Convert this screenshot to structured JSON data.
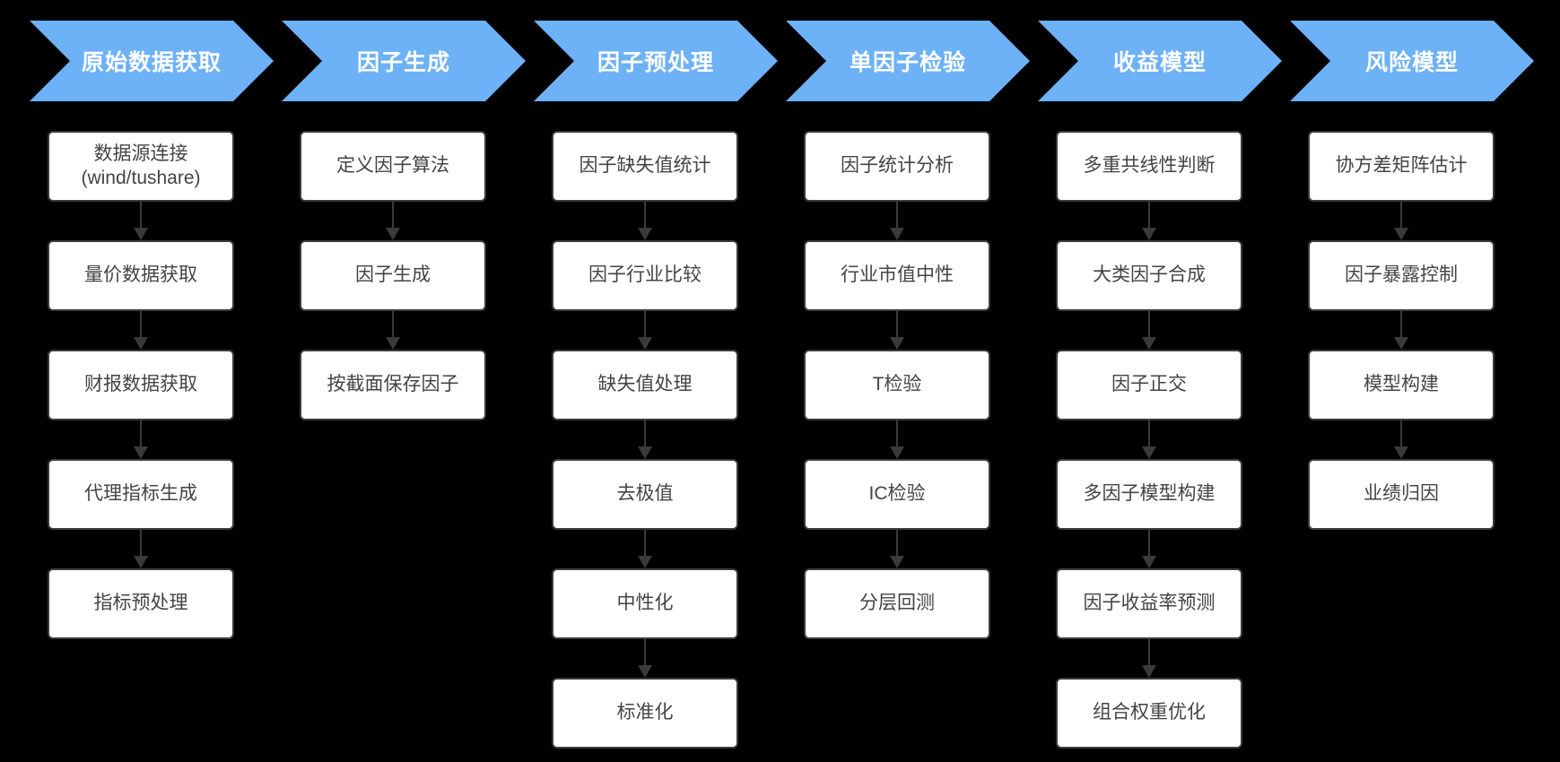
{
  "diagram": {
    "background_color": "#000000",
    "accent_color": "#6DB1F6",
    "box_border_color": "#3C3C3C",
    "box_text_color": "#444444",
    "connector_color": "#3A3A3A",
    "stages": [
      {
        "label": "原始数据获取",
        "steps": [
          "数据源连接\n(wind/tushare)",
          "量价数据获取",
          "财报数据获取",
          "代理指标生成",
          "指标预处理"
        ]
      },
      {
        "label": "因子生成",
        "steps": [
          "定义因子算法",
          "因子生成",
          "按截面保存因子"
        ]
      },
      {
        "label": "因子预处理",
        "steps": [
          "因子缺失值统计",
          "因子行业比较",
          "缺失值处理",
          "去极值",
          "中性化",
          "标准化"
        ]
      },
      {
        "label": "单因子检验",
        "steps": [
          "因子统计分析",
          "行业市值中性",
          "T检验",
          "IC检验",
          "分层回测"
        ]
      },
      {
        "label": "收益模型",
        "steps": [
          "多重共线性判断",
          "大类因子合成",
          "因子正交",
          "多因子模型构建",
          "因子收益率预测",
          "组合权重优化"
        ]
      },
      {
        "label": "风险模型",
        "steps": [
          "协方差矩阵估计",
          "因子暴露控制",
          "模型构建",
          "业绩归因"
        ]
      }
    ]
  }
}
